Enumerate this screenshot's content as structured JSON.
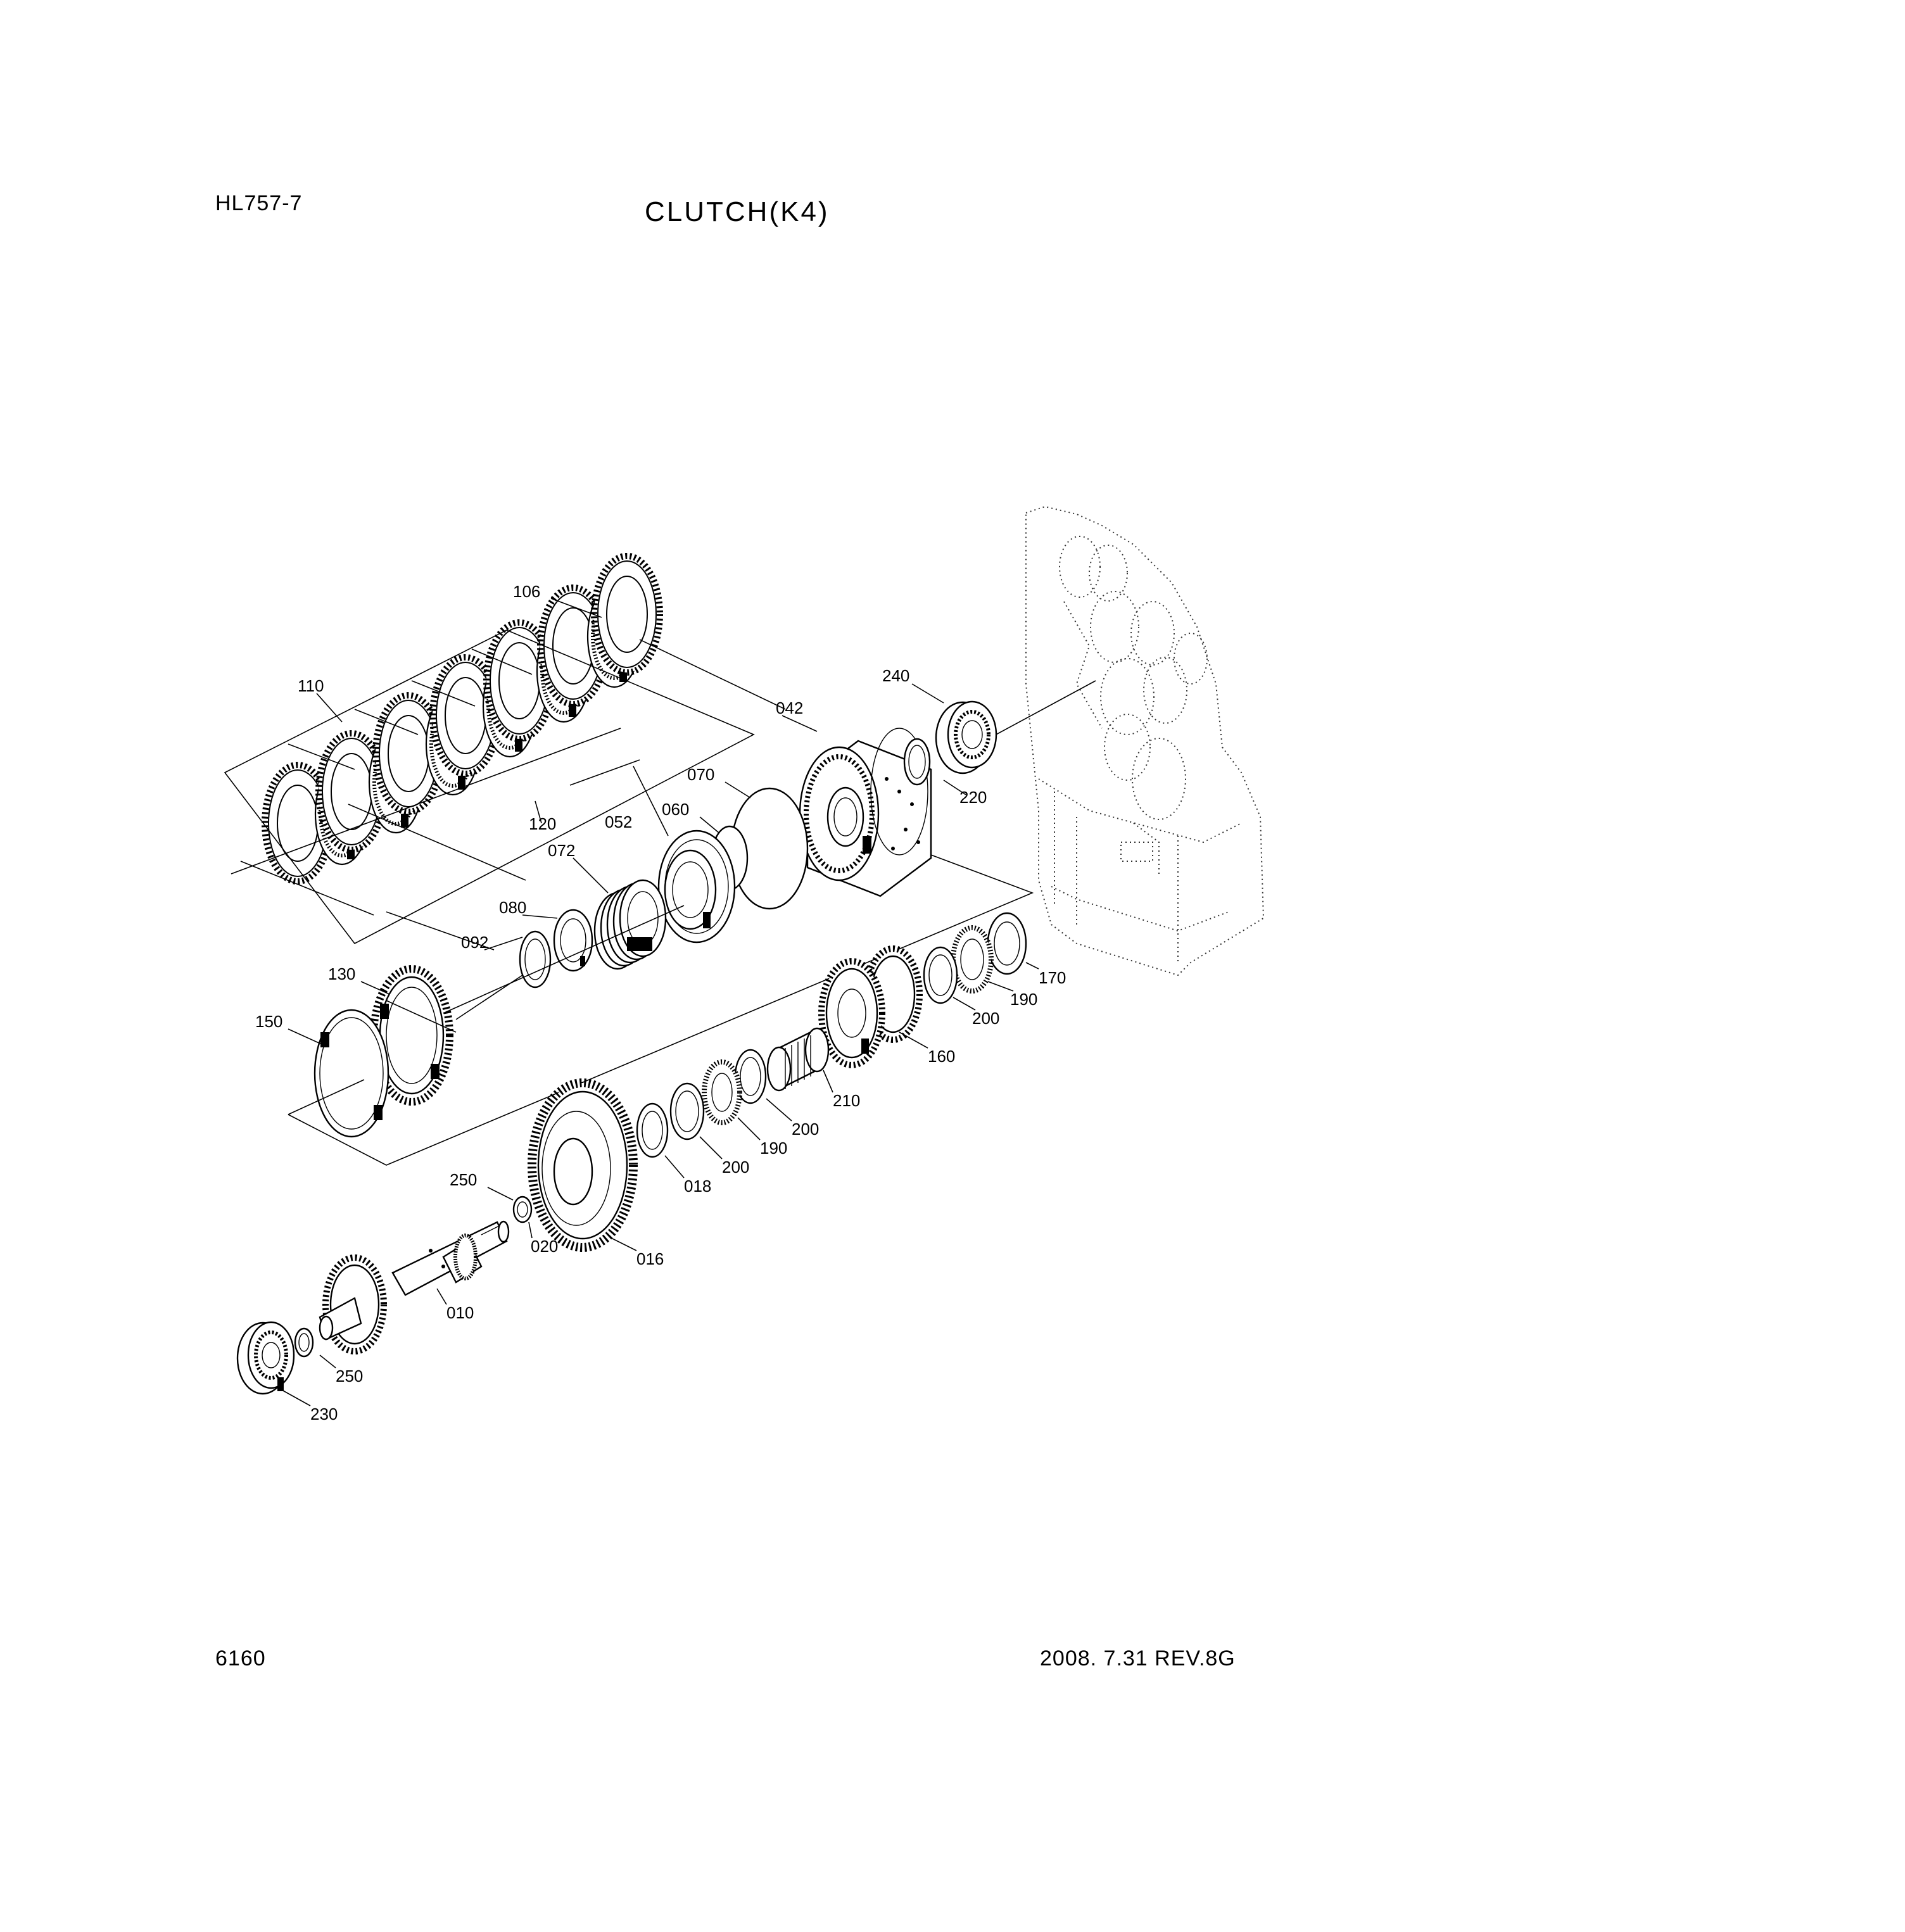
{
  "header": {
    "model": "HL757-7",
    "title": "CLUTCH(K4)"
  },
  "footer": {
    "page": "6160",
    "revision": "2008. 7.31  REV.8G"
  },
  "callouts": {
    "p106": "106",
    "p110": "110",
    "p120": "120",
    "p042": "042",
    "p240": "240",
    "p220": "220",
    "p070": "070",
    "p060": "060",
    "p052": "052",
    "p072": "072",
    "p080": "080",
    "p092": "092",
    "p130": "130",
    "p150": "150",
    "p170": "170",
    "p190a": "190",
    "p200a": "200",
    "p160": "160",
    "p210": "210",
    "p200b": "200",
    "p190b": "190",
    "p200c": "200",
    "p018": "018",
    "p250a": "250",
    "p020": "020",
    "p016": "016",
    "p010": "010",
    "p250b": "250",
    "p230": "230"
  }
}
